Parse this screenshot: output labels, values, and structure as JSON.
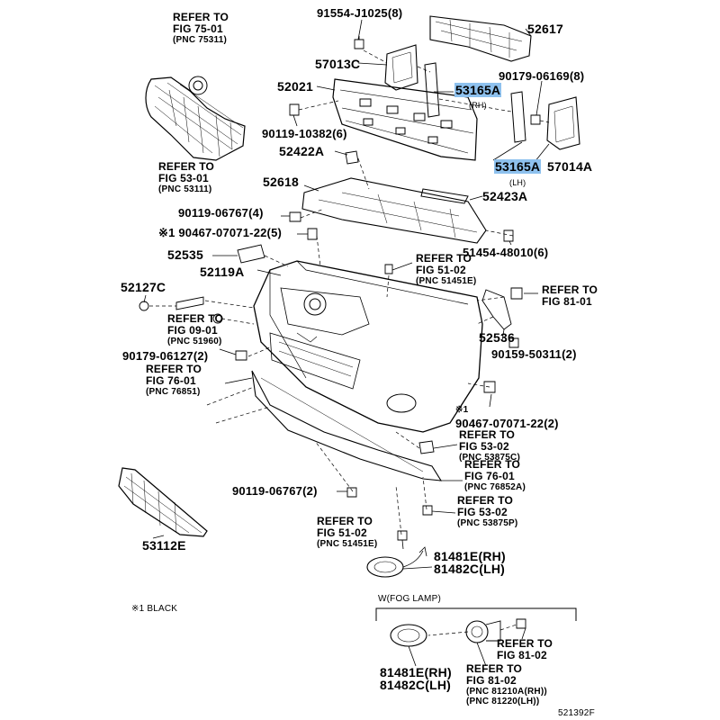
{
  "labels": {
    "refer_7501": [
      "REFER TO",
      "FIG 75-01",
      "(PNC 75311)"
    ],
    "refer_5301": [
      "REFER TO",
      "FIG 53-01",
      "(PNC 53111)"
    ],
    "p91554": "91554-J1025(8)",
    "p52617": "52617",
    "p57013c": "57013C",
    "p90179_8": "90179-06169(8)",
    "p52021": "52021",
    "p53165a_rh": "53165A",
    "rh1": "(RH)",
    "p90119_6": "90119-10382(6)",
    "p53165a_lh": "53165A",
    "lh1": "(LH)",
    "p57014a": "57014A",
    "p52422a": "52422A",
    "p52618": "52618",
    "p52423a": "52423A",
    "p90119_4": "90119-06767(4)",
    "p90467_5": "※1 90467-07071-22(5)",
    "p52535": "52535",
    "p51454": "51454-48010(6)",
    "p52119a": "52119A",
    "refer_5102a": [
      "REFER TO",
      "FIG 51-02",
      "(PNC 51451E)"
    ],
    "p52127c": "52127C",
    "refer_8101": [
      "REFER TO",
      "FIG 81-01"
    ],
    "refer_0901": [
      "REFER TO",
      "FIG 09-01",
      "(PNC 51960)"
    ],
    "p52536": "52536",
    "p90179_2": "90179-06127(2)",
    "p90159": "90159-50311(2)",
    "refer_7601a": [
      "REFER TO",
      "FIG 76-01",
      "(PNC 76851)"
    ],
    "note_x1": "※1",
    "p90467_2": "90467-07071-22(2)",
    "refer_5302a": [
      "REFER TO",
      "FIG 53-02",
      "(PNC 53875C)"
    ],
    "refer_7601b": [
      "REFER TO",
      "FIG 76-01",
      "(PNC 76852A)"
    ],
    "p90119_2": "90119-06767(2)",
    "refer_5302b": [
      "REFER TO",
      "FIG 53-02",
      "(PNC 53875P)"
    ],
    "refer_5102b": [
      "REFER TO",
      "FIG 51-02",
      "(PNC 51451E)"
    ],
    "p53112e": "53112E",
    "p81481e_1": "81481E(RH)",
    "p81482c_1": "81482C(LH)",
    "black_note": "※1 BLACK",
    "fog_lamp": "W(FOG LAMP)",
    "refer_8102a": [
      "REFER TO",
      "FIG 81-02"
    ],
    "p81481e_2": "81481E(RH)",
    "p81482c_2": "81482C(LH)",
    "refer_8102b": [
      "REFER TO",
      "FIG 81-02",
      "(PNC 81210A(RH))",
      "(PNC 81220(LH))"
    ],
    "fig_id": "521392F"
  },
  "highlight_color": "#8ec1ee",
  "line_color": "#000000"
}
